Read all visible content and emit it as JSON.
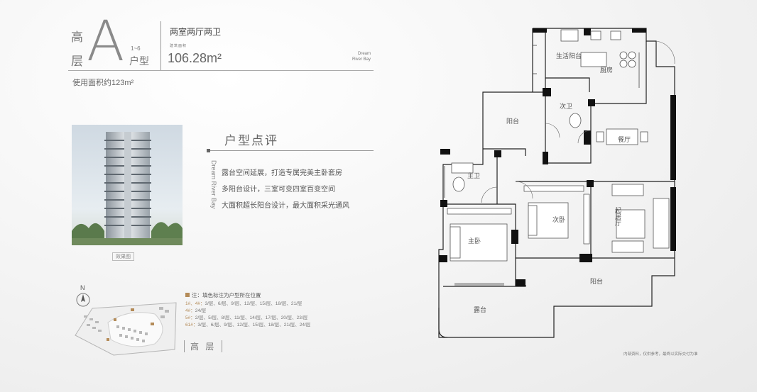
{
  "header": {
    "grade_char1": "高",
    "grade_char2": "层",
    "unit_letter": "A",
    "floors": "1~6",
    "unit_type_label": "户型",
    "layout": "两室两厅两卫",
    "area_caption": "建筑面积",
    "area_value": "106.28m²",
    "brand_line1": "Dream",
    "brand_line2": "River Bay",
    "usable_area": "使用面积约123m²"
  },
  "photo": {
    "caption": "效果图"
  },
  "review": {
    "title": "户型点评",
    "vertical_brand": "Dream River Bay",
    "points": [
      "露台空间延展，打造专属完美主卧套房",
      "多阳台设计，三室可变四室百变空间",
      "大面积超长阳台设计，最大面积采光通风"
    ]
  },
  "siteplan": {
    "north": "N",
    "note_title": "注：填色标注为户型所在位置",
    "rows": [
      {
        "building": "1#、4#：",
        "floors": "3/层、6/层、9/层、12/层、15/层、18/层、21/层"
      },
      {
        "building": "4#：",
        "floors": "24/层"
      },
      {
        "building": "5#：",
        "floors": "2/层、5/层、8/层、11/层、14/层、17/层、20/层、23/层"
      },
      {
        "building": "61#：",
        "floors": "3/层、6/层、9/层、12/层、15/层、18/层、21/层、24/层"
      }
    ],
    "zone_label": "高 层"
  },
  "floorplan": {
    "rooms": {
      "utility_balcony": "生活阳台",
      "kitchen": "厨房",
      "bath2": "次卫",
      "balcony_top": "阳台",
      "dining": "餐厅",
      "master_bath": "主卫",
      "second_bedroom": "次卧",
      "living_room": "起居厅",
      "master_bedroom": "主卧",
      "balcony_bottom": "阳台",
      "terrace": "露台"
    }
  },
  "footer": {
    "disclaimer": "内部资料，仅供参考，最终以实际交付为准"
  },
  "colors": {
    "accent": "#b48b58",
    "wall": "#1a1a1a",
    "text": "#555555"
  }
}
